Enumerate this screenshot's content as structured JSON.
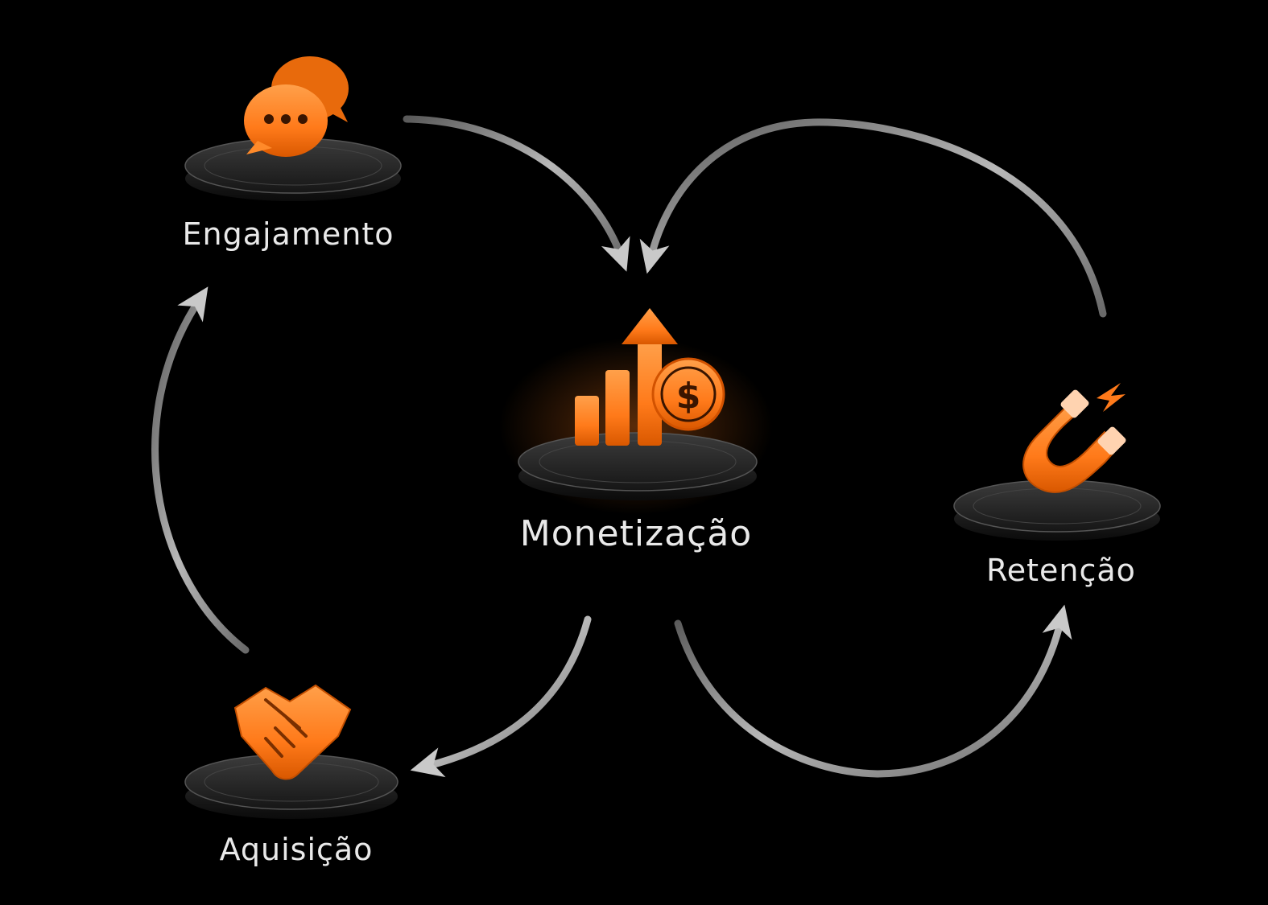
{
  "nodes": {
    "engagement": {
      "label": "Engajamento",
      "icon": "chat-bubbles-icon"
    },
    "monetization": {
      "label": "Monetização",
      "icon": "growth-chart-dollar-icon"
    },
    "retention": {
      "label": "Retenção",
      "icon": "magnet-icon"
    },
    "acquisition": {
      "label": "Aquisição",
      "icon": "handshake-icon"
    }
  },
  "flow": [
    {
      "from": "acquisition",
      "to": "engagement"
    },
    {
      "from": "engagement",
      "to": "monetization"
    },
    {
      "from": "monetization",
      "to": "acquisition"
    },
    {
      "from": "monetization",
      "to": "retention"
    },
    {
      "from": "retention",
      "to": "monetization"
    }
  ],
  "colors": {
    "background": "#000000",
    "accent": "#ff7a1a",
    "accent_dark": "#c44f00",
    "label": "#e9e9e9",
    "arrow": "#8a8a8a",
    "platform": "#2a2a2a"
  }
}
